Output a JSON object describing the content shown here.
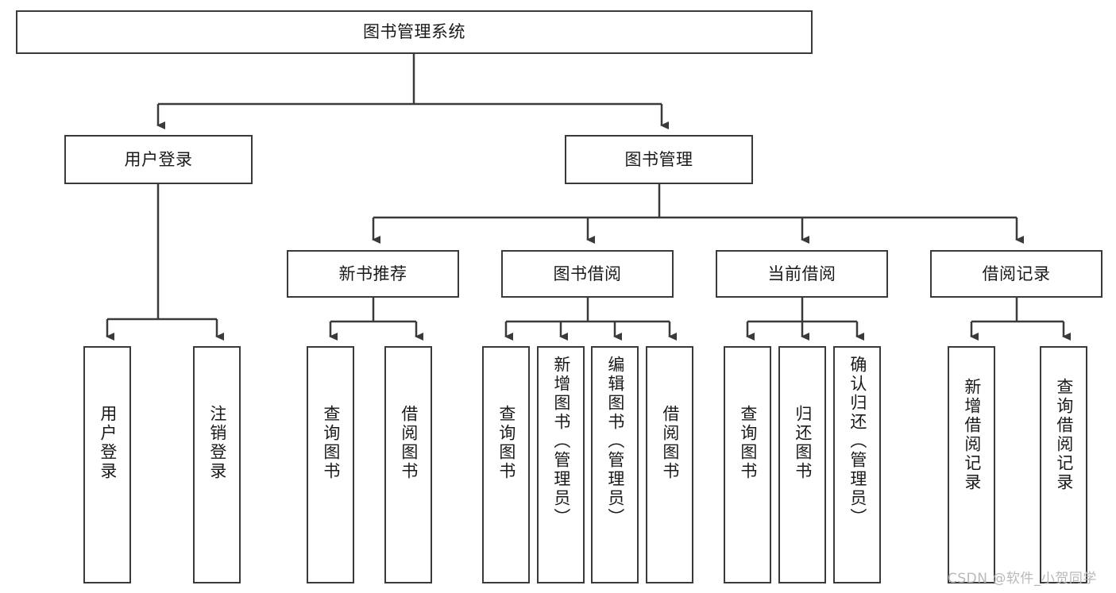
{
  "diagram": {
    "title": "图书管理系统",
    "type": "tree-hierarchy-chart",
    "root": {
      "label": "图书管理系统"
    },
    "level2": [
      {
        "label": "用户登录"
      },
      {
        "label": "图书管理"
      }
    ],
    "level3": [
      {
        "label": "新书推荐"
      },
      {
        "label": "图书借阅"
      },
      {
        "label": "当前借阅"
      },
      {
        "label": "借阅记录"
      }
    ],
    "leaves": {
      "user_login": [
        {
          "label": "用户登录"
        },
        {
          "label": "注销登录"
        }
      ],
      "new_book_recommend": [
        {
          "label": "查询图书"
        },
        {
          "label": "借阅图书"
        }
      ],
      "book_borrow": [
        {
          "label": "查询图书"
        },
        {
          "label": "新增图书（管理员）"
        },
        {
          "label": "编辑图书（管理员）"
        },
        {
          "label": "借阅图书"
        }
      ],
      "current_borrow": [
        {
          "label": "查询图书"
        },
        {
          "label": "归还图书"
        },
        {
          "label": "确认归还（管理员）"
        }
      ],
      "borrow_record": [
        {
          "label": "新增借阅记录"
        },
        {
          "label": "查询借阅记录"
        }
      ]
    }
  },
  "watermark": {
    "text": "CSDN @软件_小贺同学"
  },
  "colors": {
    "border": "#3a3a3a",
    "text": "#1a1a1a",
    "background": "#ffffff",
    "watermark": "#b9b9b9"
  }
}
